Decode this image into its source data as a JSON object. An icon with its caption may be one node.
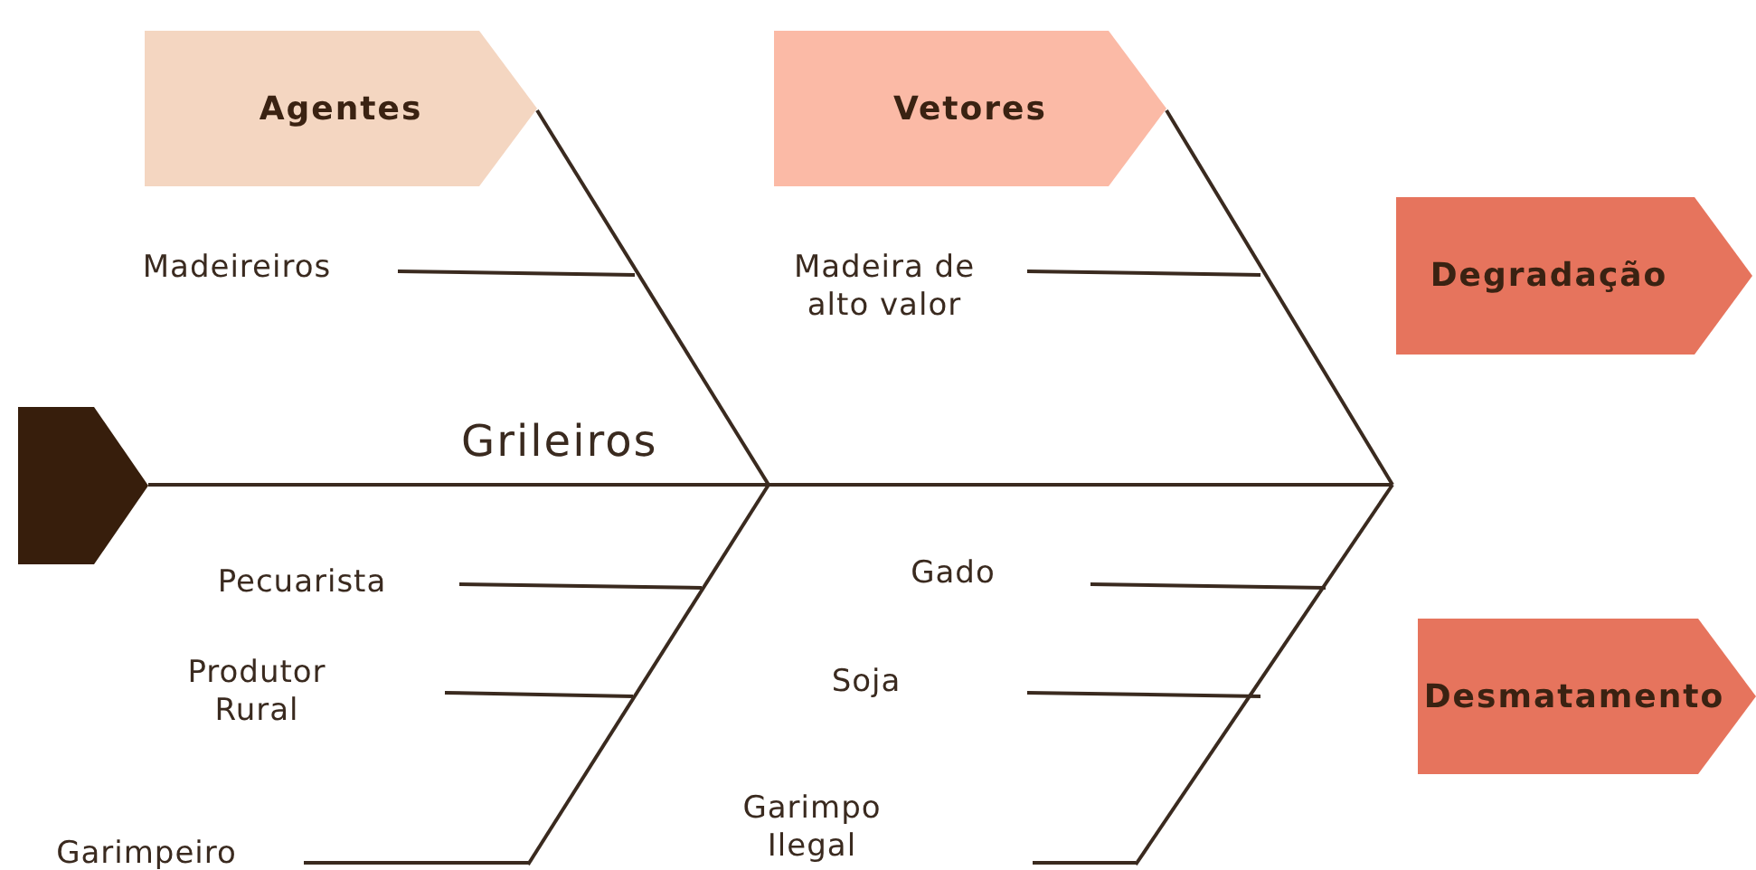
{
  "diagram": {
    "nodes": [
      {
        "text": [
          "Agentes"
        ]
      },
      {
        "text": [
          "Vetores"
        ]
      },
      {
        "text": [
          "Degradação"
        ]
      },
      {
        "text": [
          "Desmatamento"
        ]
      },
      {
        "text": [],
        "shape": "pentagon"
      },
      {
        "text": [
          "Madeireiros"
        ]
      },
      {
        "text": [
          "Madeira de alto valor"
        ]
      },
      {
        "text": [
          "Pecuarista"
        ]
      },
      {
        "text": [
          "Produtor Rural"
        ]
      },
      {
        "text": [
          "Garimpeiro"
        ]
      },
      {
        "text": [
          "Gado"
        ]
      },
      {
        "text": [
          "Soja"
        ]
      },
      {
        "text": [
          "Garimpo Ilegal"
        ]
      }
    ],
    "labels": [
      "Grileiros"
    ]
  }
}
